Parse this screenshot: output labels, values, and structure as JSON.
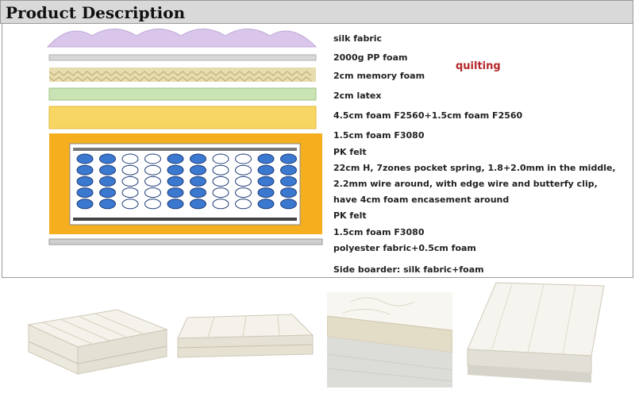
{
  "header": {
    "title": "Product Description"
  },
  "diagram": {
    "labels": [
      "silk fabric",
      "2000g PP foam",
      "2cm memory foam",
      "2cm latex",
      "4.5cm foam F2560+1.5cm foam F2560",
      "1.5cm foam F3080",
      "PK felt",
      "22cm H, 7zones pocket spring, 1.8+2.0mm in the middle,",
      "2.2mm wire around, with edge wire and butterfy clip,",
      "have 4cm foam encasement around",
      "PK felt",
      "1.5cm foam F3080",
      "polyester fabric+0.5cm foam",
      "Side boarder: silk fabric+foam"
    ],
    "quilting_label": "quilting",
    "colors": {
      "silk": "#d9c6ea",
      "pp_foam": "#d8d8d8",
      "memory": "#e7dcae",
      "latex": "#c9e3b4",
      "foam": "#f8d663",
      "frame": "#f5ae1e",
      "spring_blue": "#3b78cf",
      "quilting_text": "#b5262a"
    }
  },
  "photos": [
    {
      "icon": "mattress-photo"
    },
    {
      "icon": "mattress-photo"
    },
    {
      "icon": "mattress-photo"
    },
    {
      "icon": "mattress-photo"
    }
  ]
}
